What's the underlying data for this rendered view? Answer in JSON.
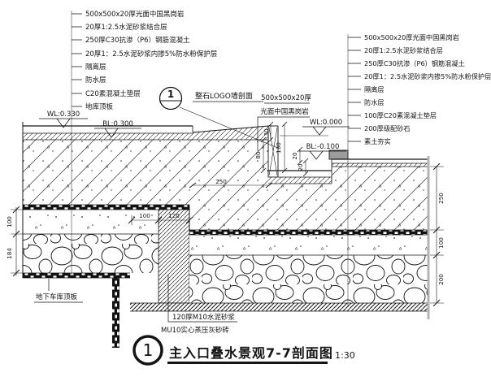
{
  "title": {
    "number": "1",
    "text": "主入口叠水景观7-7剖面图",
    "scale": "1:30"
  },
  "detail_bubble": {
    "number": "1",
    "label": "整石LOGO墙剖面"
  },
  "layers_left": [
    "500x500x20厚光面中国黑岗岩",
    "20厚1:2.5水泥砂浆结合层",
    "250厚C30抗渗（P6）钢筋混凝土",
    "20厚1：2.5水泥砂浆内掺5%防水粉保护层",
    "隔离层",
    "防水层",
    "C20素混凝土垫层",
    "地库顶板"
  ],
  "layers_right": [
    "500x500x20厚光面中国黑岗岩",
    "20厚1:2.5水泥砂浆结合层",
    "250厚C30抗渗（P6）钢筋混凝土",
    "20厚1：2.5水泥砂浆内掺5%防水粉保护层",
    "隔离层",
    "防水层",
    "100厚C20素混凝土垫层",
    "200厚级配砂石",
    "素土夯实"
  ],
  "center_label": {
    "line1": "500x500x20厚",
    "line2": "光面中国黑岗岩"
  },
  "levels": {
    "wl_upper": "WL:0.330",
    "bl_upper": "BL:0.300",
    "wl_lower": "WL:0.000",
    "bl_lower": "BL:-0.100"
  },
  "bottom_labels": {
    "garage": "地下车库顶板",
    "mortar": "120厚M10水泥砂浆",
    "brick": "MU10实心蒸压灰砂砖"
  },
  "dimensions": {
    "left": [
      "100",
      "184"
    ],
    "right": [
      "250",
      "100",
      "200"
    ],
    "wall": [
      "30",
      "130",
      "80",
      "20",
      "20"
    ],
    "wall_width": "250",
    "base": [
      "100",
      "120"
    ]
  }
}
